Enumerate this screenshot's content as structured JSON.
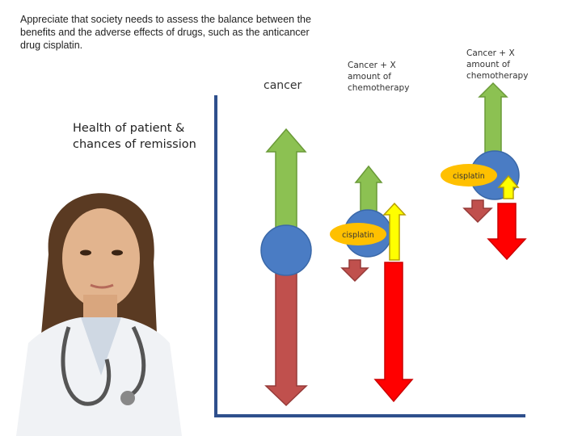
{
  "intro_text": "Appreciate that society needs to assess the balance between the benefits and the adverse effects of drugs, such as the anticancer drug cisplatin.",
  "y_axis_label": "Health of patient & chances of remission",
  "columns": [
    {
      "label": "cancer",
      "drug_label": ""
    },
    {
      "label": "Cancer + X amount of chemotherapy",
      "drug_label": "cisplatin"
    },
    {
      "label": "Cancer + X amount of chemotherapy",
      "drug_label": "cisplatin"
    }
  ],
  "colors": {
    "patient_circle": "#4a7cc4",
    "cancer_arrow": "#c0504d",
    "health_arrow": "#8cc152",
    "side_effect_arrow": "#ff0000",
    "drug_benefit_arrow": "#ffff00",
    "drug_badge": "#ffc000",
    "axis": "#2e4f8c"
  }
}
